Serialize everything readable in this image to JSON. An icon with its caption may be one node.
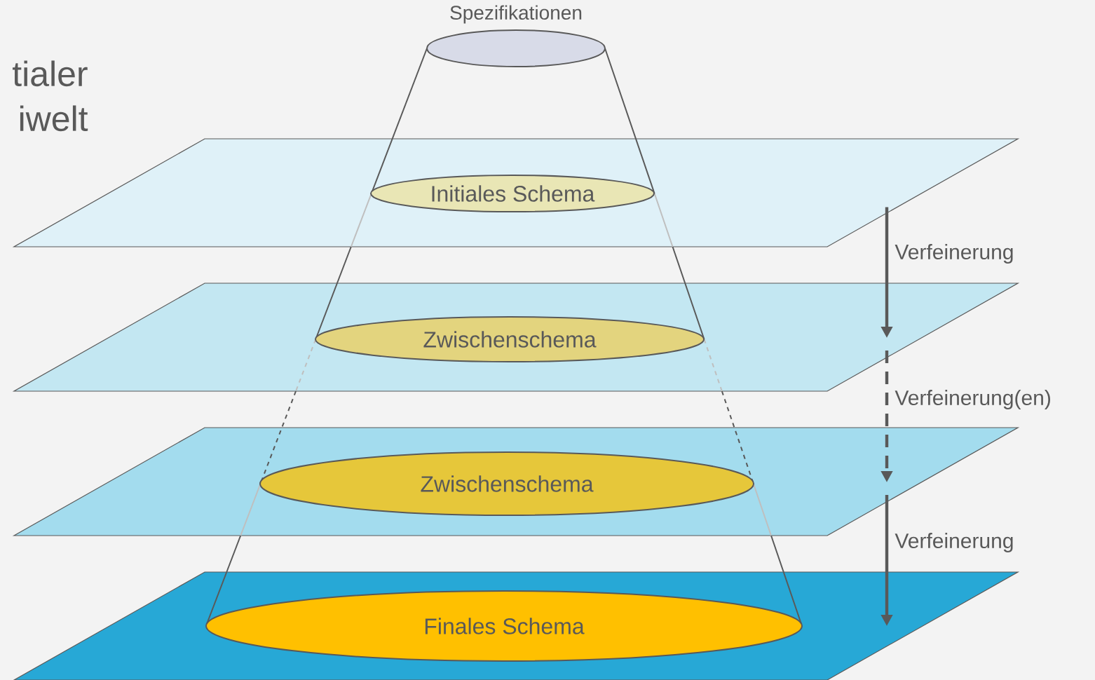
{
  "diagram": {
    "nodes": [
      {
        "text": [
          "Spezifikationen"
        ]
      },
      {
        "text": [],
        "shape": "parallelogram"
      },
      {
        "text": [
          "Initiales Schema"
        ],
        "in": 1
      },
      {
        "text": [],
        "shape": "parallelogram"
      },
      {
        "text": [
          "Zwischenschema"
        ],
        "in": 3
      },
      {
        "text": [],
        "shape": "parallelogram"
      },
      {
        "text": [
          "Zwischenschema"
        ],
        "in": 5
      },
      {
        "text": [],
        "shape": "parallelogram"
      },
      {
        "text": [
          "Finales Schema"
        ],
        "in": 7
      }
    ],
    "edges": [
      {
        "from": 1,
        "to": 3,
        "arrow": "to",
        "label": "Verfeinerung"
      },
      {
        "from": 3,
        "to": 5,
        "arrow": "to",
        "label": "Verfeinerung(en)",
        "style": "dashed"
      },
      {
        "from": 5,
        "to": 7,
        "arrow": "to",
        "label": "Verfeinerung"
      }
    ],
    "labels": [
      "tialer iwelt"
    ]
  }
}
